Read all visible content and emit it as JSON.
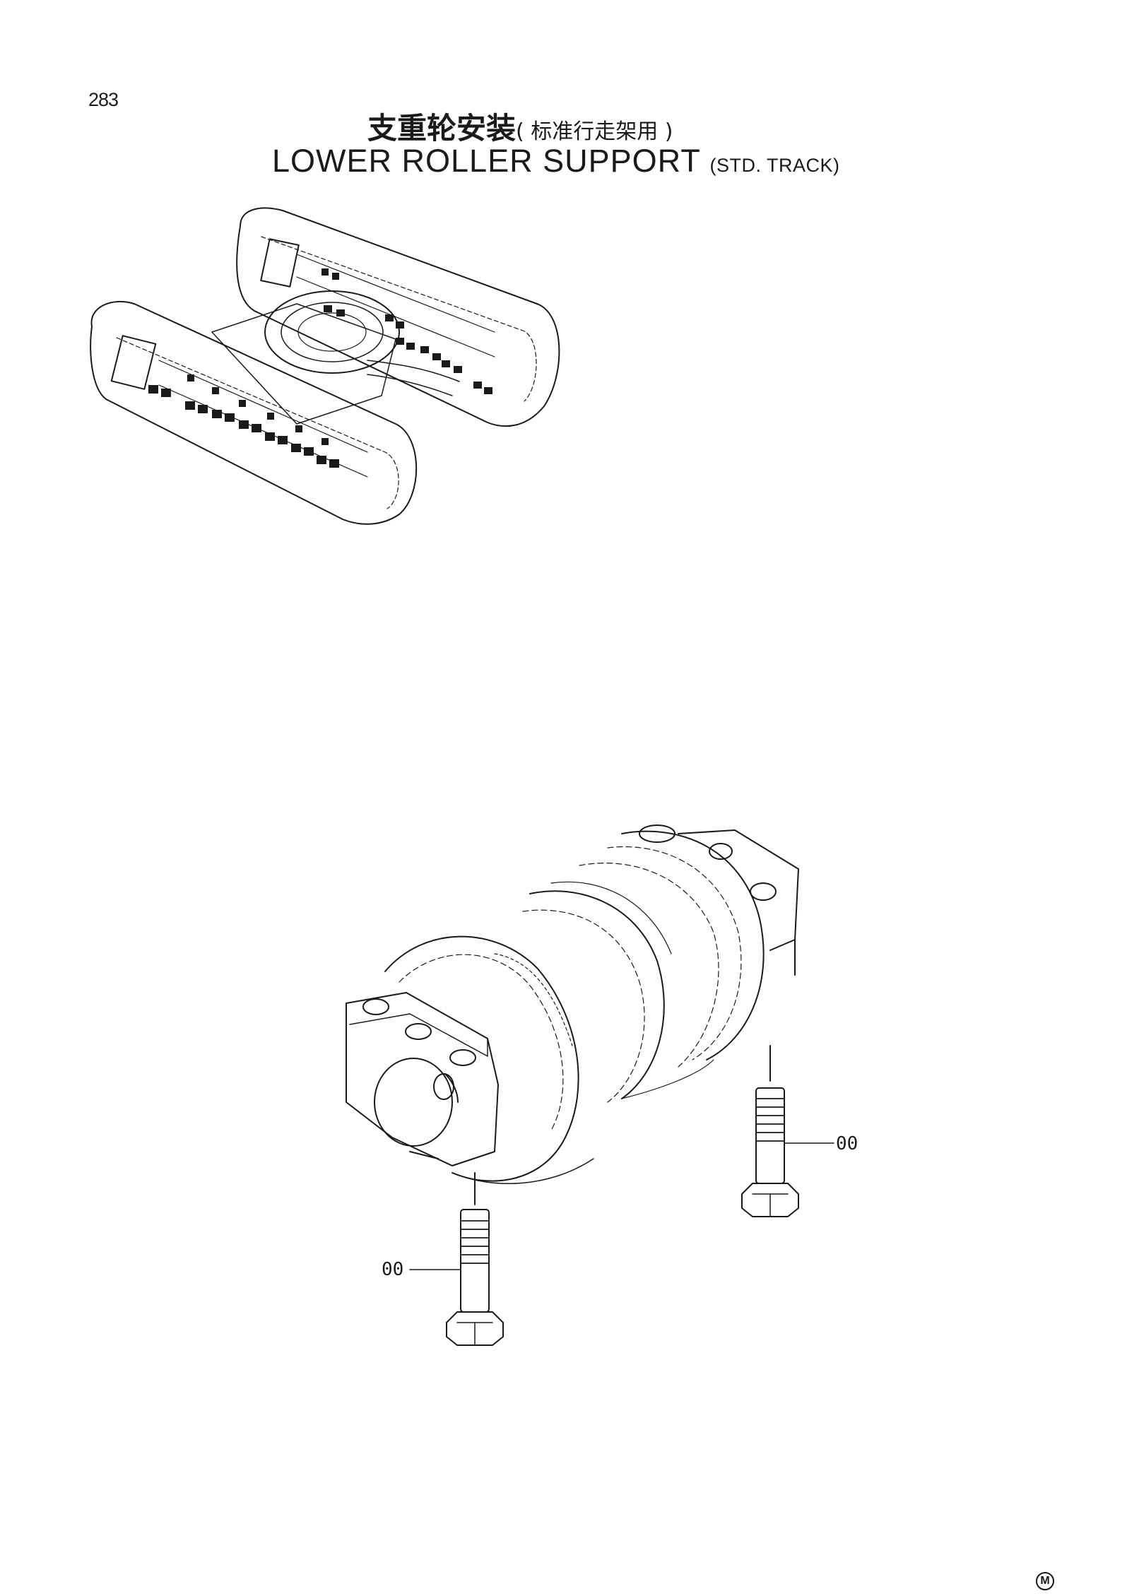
{
  "page": {
    "number": "283"
  },
  "title": {
    "cn_main": "支重轮安装",
    "cn_sub": "( 标准行走架用 )",
    "en_main": "LOWER ROLLER SUPPORT",
    "en_sub": "(STD. TRACK)"
  },
  "callouts": [
    {
      "label": "00",
      "part": "bolt-right"
    },
    {
      "label": "00",
      "part": "bolt-left"
    }
  ],
  "footer": {
    "mark": "M"
  },
  "colors": {
    "ink": "#1a1a1a",
    "paper": "#ffffff"
  }
}
